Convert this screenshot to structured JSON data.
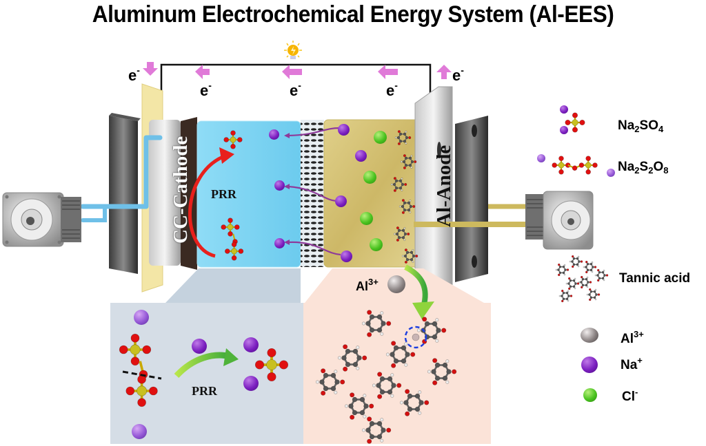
{
  "title": "Aluminum Electrochemical Energy System (Al-EES)",
  "circuit": {
    "electron_labels": [
      {
        "base": "e",
        "sup": "-",
        "role": "into-cathode"
      },
      {
        "base": "e",
        "sup": "-",
        "role": "wire-left"
      },
      {
        "base": "e",
        "sup": "-",
        "role": "wire-middle"
      },
      {
        "base": "e",
        "sup": "-",
        "role": "wire-right"
      },
      {
        "base": "e",
        "sup": "-",
        "role": "out-of-anode"
      }
    ],
    "load_icon": "lightbulb-icon",
    "arrow_color": "#e07ad8"
  },
  "cell": {
    "cathode_label": "CC-Cathode",
    "anode_label": "Al-Anode",
    "reaction_label": "PRR",
    "catholyte_color": "#7fd4f2",
    "anolyte_color": "#d9c97a"
  },
  "insets": {
    "left": {
      "reaction_label": "PRR",
      "background": "#d5dde6"
    },
    "right": {
      "ion_label_base": "Al",
      "ion_label_sup": "3+",
      "background": "#fbe3d8"
    }
  },
  "legend": {
    "items": [
      {
        "name": "na2so4",
        "parts": [
          [
            "Na",
            ""
          ],
          [
            "2",
            "sub"
          ],
          [
            "SO",
            ""
          ],
          [
            "4",
            "sub"
          ]
        ]
      },
      {
        "name": "na2s2o8",
        "parts": [
          [
            "Na",
            ""
          ],
          [
            "2",
            "sub"
          ],
          [
            "S",
            ""
          ],
          [
            "2",
            "sub"
          ],
          [
            "O",
            ""
          ],
          [
            "8",
            "sub"
          ]
        ]
      },
      {
        "name": "tannic-acid",
        "parts": [
          [
            "Tannic acid",
            ""
          ]
        ]
      },
      {
        "name": "al3",
        "parts": [
          [
            "Al",
            ""
          ],
          [
            "3+",
            "sup"
          ]
        ]
      },
      {
        "name": "na",
        "parts": [
          [
            "Na",
            ""
          ],
          [
            "+",
            "sup"
          ]
        ]
      },
      {
        "name": "cl",
        "parts": [
          [
            "Cl",
            ""
          ],
          [
            "-",
            "sup"
          ]
        ]
      }
    ],
    "colors": {
      "al": "#8c8484",
      "na": "#7b1fc0",
      "cl": "#49c21f"
    }
  }
}
